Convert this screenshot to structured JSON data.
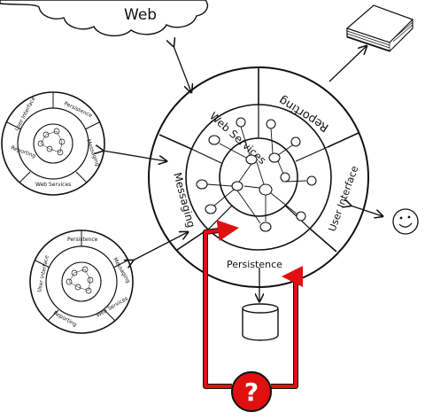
{
  "cloud": {
    "label": "Web"
  },
  "main_ring": {
    "segments": {
      "web_services": "Web Services",
      "reporting": "Reporting",
      "messaging": "Messaging",
      "user_interface": "User Interface",
      "persistence": "Persistence"
    }
  },
  "small_app_top": {
    "labels": {
      "persistence": "Persistence",
      "messaging": "Messaging",
      "reporting": "Reporting",
      "web_services": "Web Services",
      "user_interface": "User Interface"
    }
  },
  "small_app_bottom": {
    "labels": {
      "persistence": "Persistence",
      "messaging": "Messaging",
      "reporting": "Reporting",
      "web_services": "Web Services",
      "user_interface": "User Interface"
    }
  },
  "question": {
    "symbol": "?",
    "color": "#e01010"
  }
}
